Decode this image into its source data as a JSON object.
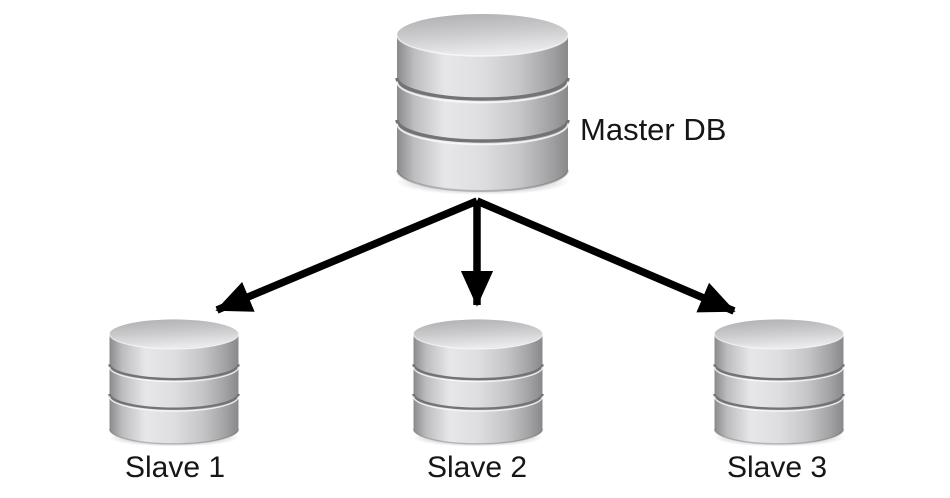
{
  "diagram": {
    "type": "database-replication-topology",
    "master": {
      "label": "Master DB",
      "icon": "database-cylinder-icon"
    },
    "slaves": [
      {
        "label": "Slave 1",
        "icon": "database-cylinder-icon"
      },
      {
        "label": "Slave 2",
        "icon": "database-cylinder-icon"
      },
      {
        "label": "Slave 3",
        "icon": "database-cylinder-icon"
      }
    ],
    "connections": [
      {
        "from": "Master DB",
        "to": "Slave 1",
        "style": "solid-arrow"
      },
      {
        "from": "Master DB",
        "to": "Slave 2",
        "style": "solid-arrow"
      },
      {
        "from": "Master DB",
        "to": "Slave 3",
        "style": "solid-arrow"
      }
    ],
    "colors": {
      "background": "#ffffff",
      "arrow": "#000000",
      "label_text": "#161616",
      "cylinder_highlight": "#e9e9eb",
      "cylinder_mid": "#c9c9cb",
      "cylinder_dark": "#8a8a8c",
      "cylinder_groove": "#737376"
    }
  }
}
